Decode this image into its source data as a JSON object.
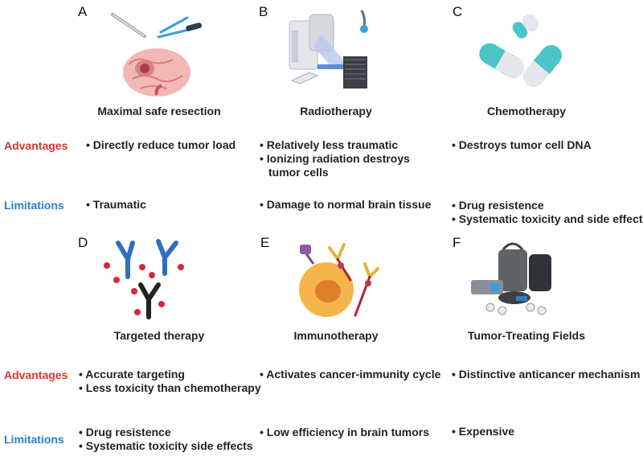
{
  "panels": [
    {
      "letter": "A",
      "title": "Maximal safe resection",
      "icon": "brain-surgery-icon",
      "advantages": [
        [
          "• Directly reduce tumor load"
        ]
      ],
      "limitations": [
        [
          "• Traumatic"
        ]
      ]
    },
    {
      "letter": "B",
      "title": "Radiotherapy",
      "icon": "linear-accelerator-icon",
      "advantages": [
        [
          "• Relatively less traumatic"
        ],
        [
          "• Ionizing radiation destroys",
          "tumor cells"
        ]
      ],
      "limitations": [
        [
          "• Damage to normal brain tissue"
        ]
      ]
    },
    {
      "letter": "C",
      "title": "Chemotherapy",
      "icon": "capsules-icon",
      "advantages": [
        [
          "• Destroys tumor cell DNA"
        ]
      ],
      "limitations": [
        [
          "• Drug resistence"
        ],
        [
          "• Systematic toxicity and side effects"
        ]
      ]
    },
    {
      "letter": "D",
      "title": "Targeted therapy",
      "icon": "antibodies-icon",
      "advantages": [
        [
          "• Accurate targeting"
        ],
        [
          "• Less toxicity than chemotherapy"
        ]
      ],
      "limitations": [
        [
          "• Drug resistence"
        ],
        [
          "• Systematic toxicity side effects"
        ]
      ]
    },
    {
      "letter": "E",
      "title": "Immunotherapy",
      "icon": "immune-cell-icon",
      "advantages": [
        [
          "• Activates cancer-immunity cycle"
        ]
      ],
      "limitations": [
        [
          "• Low efficiency in brain tumors"
        ]
      ]
    },
    {
      "letter": "F",
      "title": "Tumor-Treating Fields",
      "icon": "ttfields-device-icon",
      "advantages": [
        [
          "• Distinctive anticancer mechanism"
        ]
      ],
      "limitations": [
        [
          "• Expensive"
        ]
      ]
    }
  ],
  "row_labels": {
    "advantages": "Advantages",
    "limitations": "Limitations"
  },
  "colors": {
    "advantages": "#d3362f",
    "limitations": "#2a7fc5",
    "teal": "#4cc4c9",
    "antibody_blue": "#2f6fc2",
    "antigen_red": "#d7263d"
  }
}
